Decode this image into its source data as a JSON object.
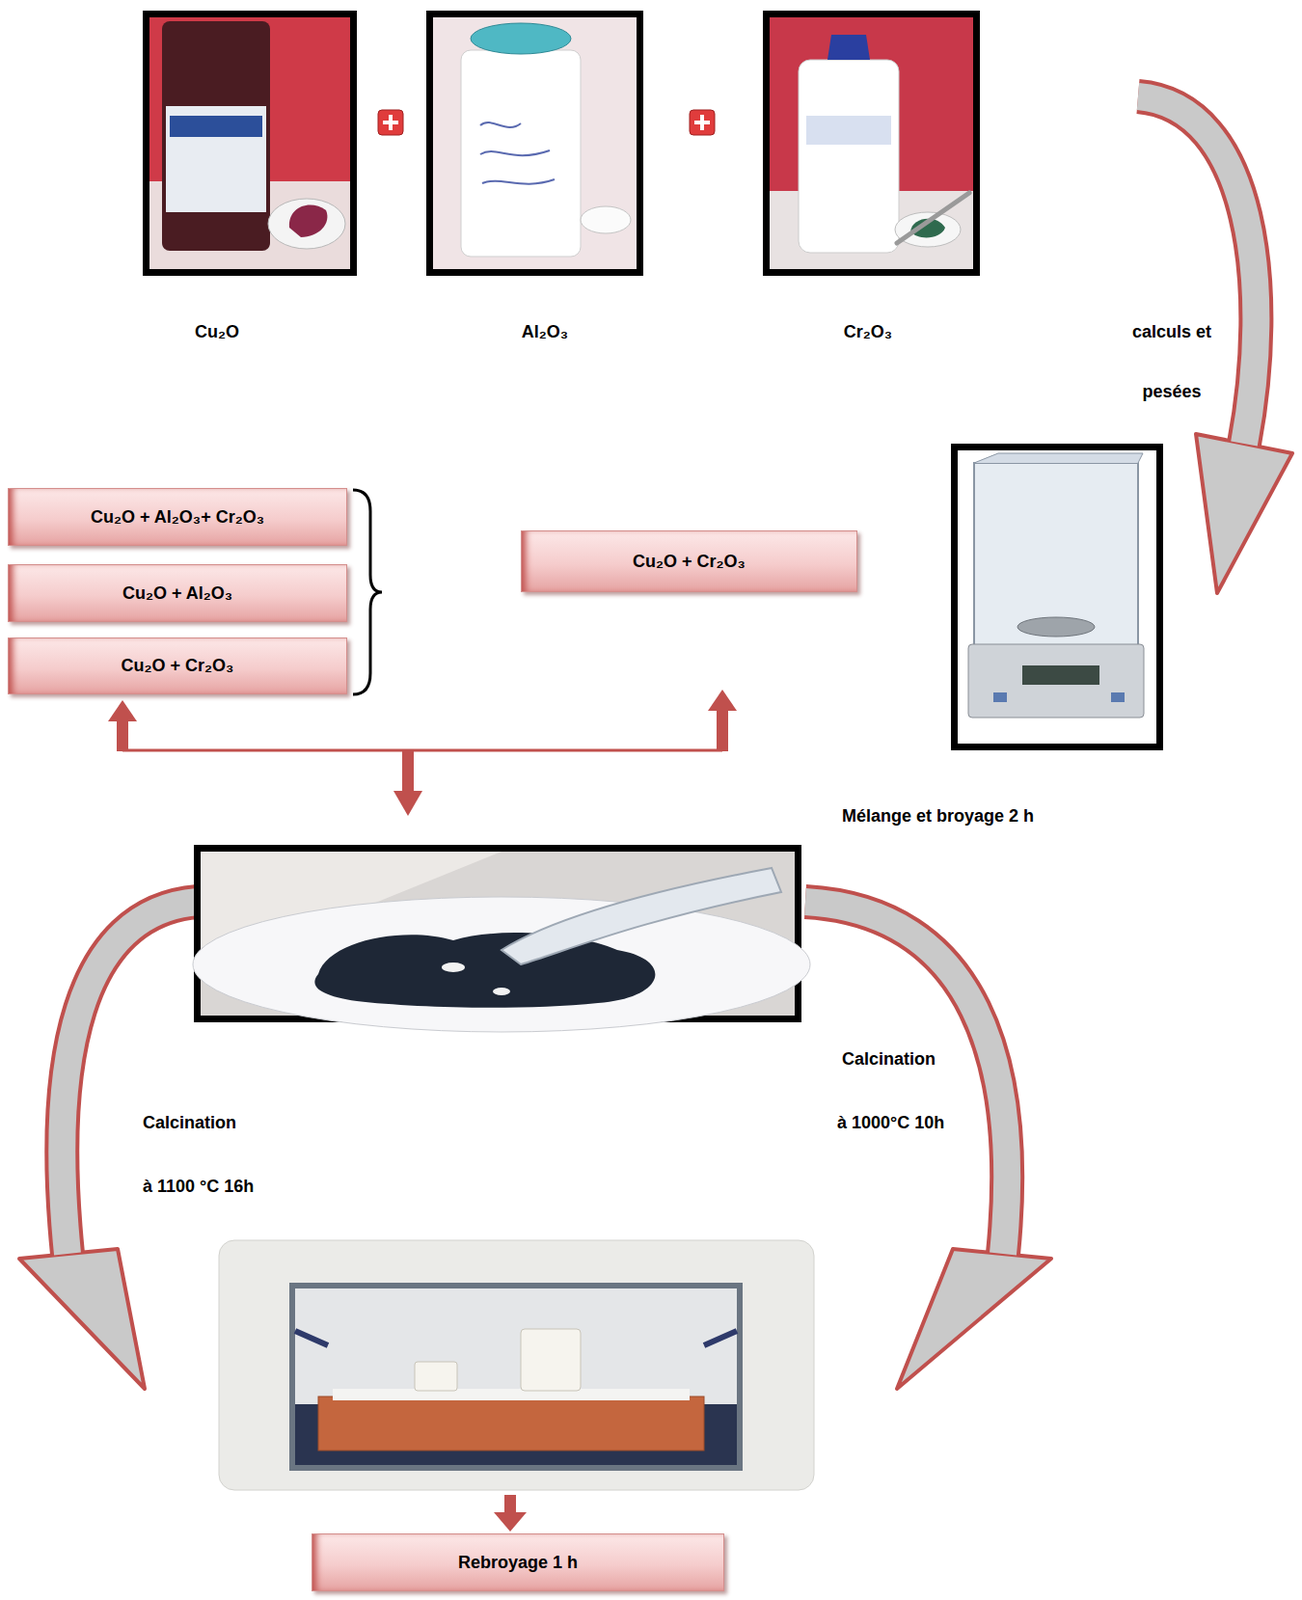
{
  "diagram": {
    "nodes": [
      {
        "text": [
          "Cu₂O + Al₂O₃+ Cr₂O₃"
        ]
      },
      {
        "text": [
          "Cu₂O + Al₂O₃"
        ]
      },
      {
        "text": [
          "Cu₂O + Cr₂O₃"
        ]
      },
      {
        "text": [
          "Cu₂O + Cr₂O₃"
        ]
      },
      {
        "text": [
          "Rebroyage 1 h"
        ]
      }
    ],
    "labels": [
      "Cu₂O",
      "Al₂O₃",
      "Cr₂O₃",
      "calculs et pesées",
      "Mélange et broyage 2 h",
      "Calcination",
      "à 1100 °C 16h",
      "Calcination",
      "à 1000°C 10h"
    ]
  }
}
